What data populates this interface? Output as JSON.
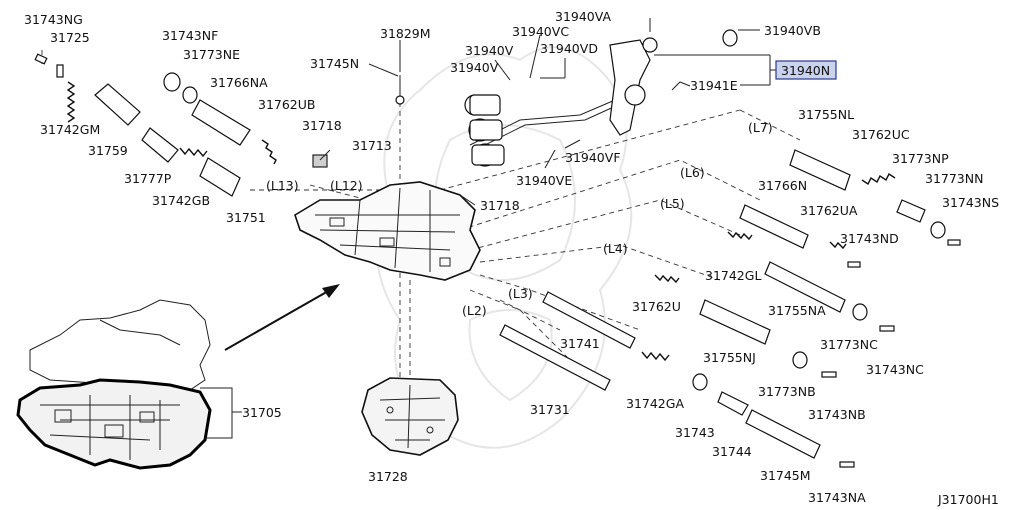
{
  "diagram": {
    "code": "J31700H1",
    "labels": {
      "l_31743NG": "31743NG",
      "l_31725": "31725",
      "l_31743NF": "31743NF",
      "l_31773NE": "31773NE",
      "l_31766NA": "31766NA",
      "l_31829M": "31829M",
      "l_31745N": "31745N",
      "l_31940VA": "31940VA",
      "l_31940VB": "31940VB",
      "l_31940V_1": "31940V",
      "l_31940VC": "31940VC",
      "l_31940VD": "31940VD",
      "l_31940V_2": "31940V",
      "l_31940N": "31940N",
      "l_31941E": "31941E",
      "l_31742GM": "31742GM",
      "l_31762UB": "31762UB",
      "l_31759": "31759",
      "l_31718a": "31718",
      "l_31713": "31713",
      "l_31777P": "31777P",
      "l_31742GB": "31742GB",
      "l_31751": "31751",
      "l_L13": "(L13)",
      "l_L12": "(L12)",
      "l_31718b": "31718",
      "l_31940VF": "31940VF",
      "l_31940VE": "31940VE",
      "l_L7": "(L7)",
      "l_31755NL": "31755NL",
      "l_31762UC": "31762UC",
      "l_31773NP": "31773NP",
      "l_31773NN": "31773NN",
      "l_L6": "(L6)",
      "l_31766N": "31766N",
      "l_31743NS": "31743NS",
      "l_L5": "(L5)",
      "l_31762UA": "31762UA",
      "l_31743ND": "31743ND",
      "l_L4": "(L4)",
      "l_31742GL": "31742GL",
      "l_31762U": "31762U",
      "l_L3": "(L3)",
      "l_31755NA": "31755NA",
      "l_L2": "(L2)",
      "l_31741": "31741",
      "l_31755NJ": "31755NJ",
      "l_31773NC": "31773NC",
      "l_31743NC": "31743NC",
      "l_31731": "31731",
      "l_31742GA": "31742GA",
      "l_31773NB": "31773NB",
      "l_31705": "31705",
      "l_31743": "31743",
      "l_31743NB": "31743NB",
      "l_31744": "31744",
      "l_31745M": "31745M",
      "l_31728": "31728",
      "l_31743NA": "31743NA"
    }
  }
}
